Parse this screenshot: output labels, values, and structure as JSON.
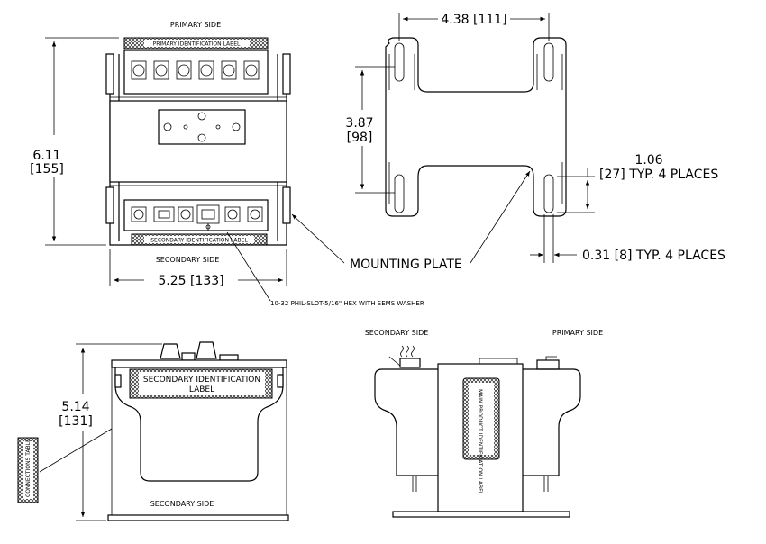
{
  "front_view": {
    "primary_side": "PRIMARY SIDE",
    "primary_id_label": "PRIMARY IDENTIFICATION LABEL",
    "secondary_id_label": "SECONDARY IDENTIFICATION LABEL",
    "secondary_side": "SECONDARY SIDE",
    "height_in": "6.11",
    "height_mm": "[155]",
    "width_dim": "5.25 [133]",
    "screw_note": "10-32 PHIL-SLOT-5/16\" HEX WITH SEMS WASHER"
  },
  "mounting_plate": {
    "top_width": "4.38 [111]",
    "slot_spacing_in": "3.87",
    "slot_spacing_mm": "[98]",
    "slot_length_in": "1.06",
    "slot_length_rest": "[27] TYP. 4 PLACES",
    "slot_width": "0.31 [8] TYP. 4 PLACES",
    "label": "MOUNTING PLATE"
  },
  "side_view": {
    "height_in": "5.14",
    "height_mm": "[131]",
    "secondary_label_line1": "SECONDARY IDENTIFICATION",
    "secondary_label_line2": "LABEL",
    "secondary_side": "SECONDARY SIDE",
    "connections_table": "CONNECTIONS TABLE"
  },
  "end_view": {
    "secondary_side": "SECONDARY SIDE",
    "primary_side": "PRIMARY SIDE",
    "main_label": "MAIN PRODUCT IDENTIFICATION LABEL"
  }
}
